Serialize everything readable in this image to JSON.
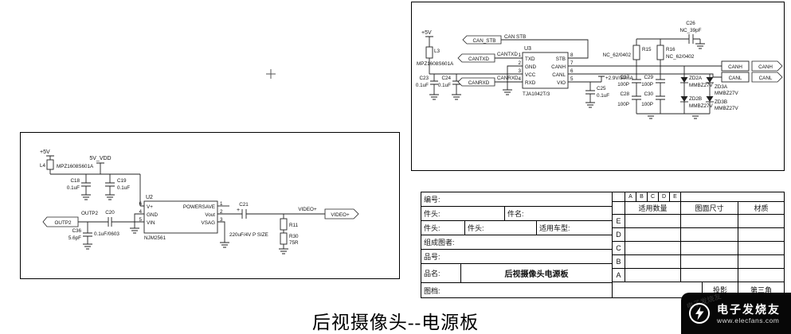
{
  "caption": "后视摄像头--电源板",
  "watermark": {
    "brand": "电子发烧友",
    "url": "www.elecfans.com"
  },
  "can_circuit": {
    "supply": "+5V",
    "vio_rail": "+2.9V/30mA",
    "l3": {
      "ref": "L3",
      "value": "MPZ1608S601A"
    },
    "c23": {
      "ref": "C23",
      "value": "0.1uF"
    },
    "c24": {
      "ref": "C24",
      "value": "0.1uF"
    },
    "c25": {
      "ref": "C25",
      "value": "0.1uF"
    },
    "c26": {
      "ref": "C26",
      "value": "NC_39pF"
    },
    "r15": {
      "ref": "R15",
      "value": "NC_62/0402"
    },
    "r16": {
      "ref": "R16",
      "value": "NC_62/0402"
    },
    "c27": {
      "ref": "C27",
      "value": "100P"
    },
    "c28": {
      "ref": "C28",
      "value": "100P"
    },
    "c29": {
      "ref": "C29",
      "value": "100P"
    },
    "c30": {
      "ref": "C30",
      "value": "100P"
    },
    "zd2a": {
      "ref": "ZD2A",
      "value": "MMBZ27V"
    },
    "zd2b": {
      "ref": "ZD2B",
      "value": "MMBZ27V"
    },
    "zd3a": {
      "ref": "ZD3A",
      "value": "MMBZ27V"
    },
    "zd3b": {
      "ref": "ZD3B",
      "value": "MMBZ27V"
    },
    "u3": {
      "ref": "U3",
      "value": "TJA1042T/3"
    },
    "ports": {
      "can_stb": "CAN_STB",
      "cantxd": "CANTXD",
      "canrxd": "CANRXD",
      "canh": "CANH",
      "canl": "CANL"
    },
    "nets": {
      "can_stb": "CAN STB",
      "cantxd": "CANTXD",
      "canrxd": "CANRXD",
      "canh": "CANH",
      "canl": "CANL"
    },
    "pins": {
      "left": [
        {
          "num": "1",
          "name": "TXD"
        },
        {
          "num": "2",
          "name": "GND"
        },
        {
          "num": "3",
          "name": "VCC"
        },
        {
          "num": "4",
          "name": "RXD"
        }
      ],
      "right": [
        {
          "num": "8",
          "name": "STB"
        },
        {
          "num": "7",
          "name": "CANH"
        },
        {
          "num": "6",
          "name": "CANL"
        },
        {
          "num": "5",
          "name": "VIO"
        }
      ]
    }
  },
  "video_circuit": {
    "supply": "+5V",
    "rail": "5V_VDD",
    "l4": {
      "ref": "L4",
      "value": "MPZ1608S601A"
    },
    "c18": {
      "ref": "C18",
      "value": "0.1uF"
    },
    "c19": {
      "ref": "C19",
      "value": "0.1uF"
    },
    "c20": {
      "ref": "C20",
      "value": "0.1uF/0603"
    },
    "c36": {
      "ref": "C36",
      "value": "5.6pF"
    },
    "c21": {
      "ref": "C21",
      "value": "220uF/4V P SIZE",
      "polarity": "+"
    },
    "r11": {
      "ref": "R11"
    },
    "r30": {
      "ref": "R30",
      "value": "75R"
    },
    "u2": {
      "ref": "U2",
      "value": "NJM2561"
    },
    "ports": {
      "outp2": "OUTP2",
      "video": "VIDEO+"
    },
    "nets": {
      "outp2": "OUTP2",
      "video": "VIDEO+"
    },
    "pins": {
      "left": [
        {
          "num": "6",
          "name": "V+"
        },
        {
          "num": "4",
          "name": "GND"
        },
        {
          "num": "5",
          "name": "VIN"
        }
      ],
      "right": [
        {
          "num": "1",
          "name": "POWERSAVE"
        },
        {
          "num": "2",
          "name": "Vout"
        },
        {
          "num": "3",
          "name": "VSAG"
        }
      ]
    }
  },
  "title_block": {
    "bianhao": "编号:",
    "jiantou": "件头:",
    "jianming": "件名:",
    "shiyong_chexing": "适用车型:",
    "col_qty": "适用数量",
    "col_size": "图面尺寸",
    "col_material": "材质",
    "zucheng_tuzhe": "组成图者:",
    "pinhao": "品号:",
    "pinming_label": "品名:",
    "pinming_value": "后视摄像头电源板",
    "tudang": "图档:",
    "touying": "投影",
    "disanjiao": "第三角",
    "rev_strip": [
      "A",
      "B",
      "C",
      "D",
      "E"
    ],
    "rev_rows": [
      "E",
      "D",
      "C",
      "B",
      "A"
    ]
  }
}
